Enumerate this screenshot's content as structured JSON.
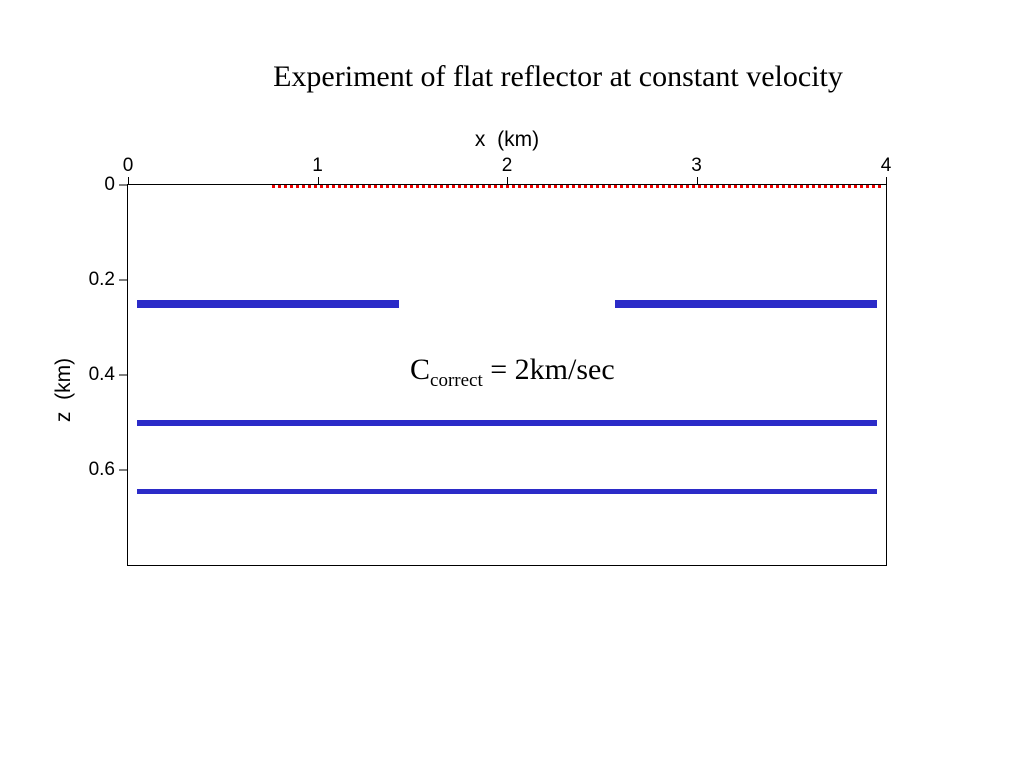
{
  "slide": {
    "title": "Experiment of flat reflector at constant velocity"
  },
  "annotation": {
    "prefix": "C",
    "subscript": "correct",
    "suffix": " = 2km/sec"
  },
  "chart_data": {
    "type": "line",
    "title": "Experiment of flat reflector at constant velocity",
    "xlabel": "x  (km)",
    "ylabel": "z  (km)",
    "xlim": [
      0,
      4
    ],
    "ylim": [
      0,
      0.8
    ],
    "x_ticks": [
      0,
      1,
      2,
      3,
      4
    ],
    "y_ticks": [
      0,
      0.2,
      0.4,
      0.6
    ],
    "grid": false,
    "legend": false,
    "colors": {
      "reflector": "#2b2bc8",
      "surface_line": "#ee0000",
      "axis": "#000000"
    },
    "annotations": [
      {
        "text": "C_correct = 2km/sec",
        "x": 1.5,
        "z": 0.4
      }
    ],
    "series": [
      {
        "name": "surface-receiver-dotted-line",
        "color": "#ee0000",
        "style": "dotted",
        "z": 0.004,
        "thickness": 3,
        "segments": [
          [
            0.76,
            3.99
          ]
        ]
      },
      {
        "name": "reflector-shallow-segmented",
        "color": "#2b2bc8",
        "style": "solid",
        "z": 0.25,
        "thickness": 8,
        "segments": [
          [
            0.05,
            1.43
          ],
          [
            2.57,
            3.95
          ]
        ]
      },
      {
        "name": "reflector-mid",
        "color": "#2b2bc8",
        "style": "solid",
        "z": 0.5,
        "thickness": 6,
        "segments": [
          [
            0.05,
            3.95
          ]
        ]
      },
      {
        "name": "reflector-deep",
        "color": "#2b2bc8",
        "style": "solid",
        "z": 0.645,
        "thickness": 5,
        "segments": [
          [
            0.05,
            3.95
          ]
        ]
      }
    ]
  }
}
